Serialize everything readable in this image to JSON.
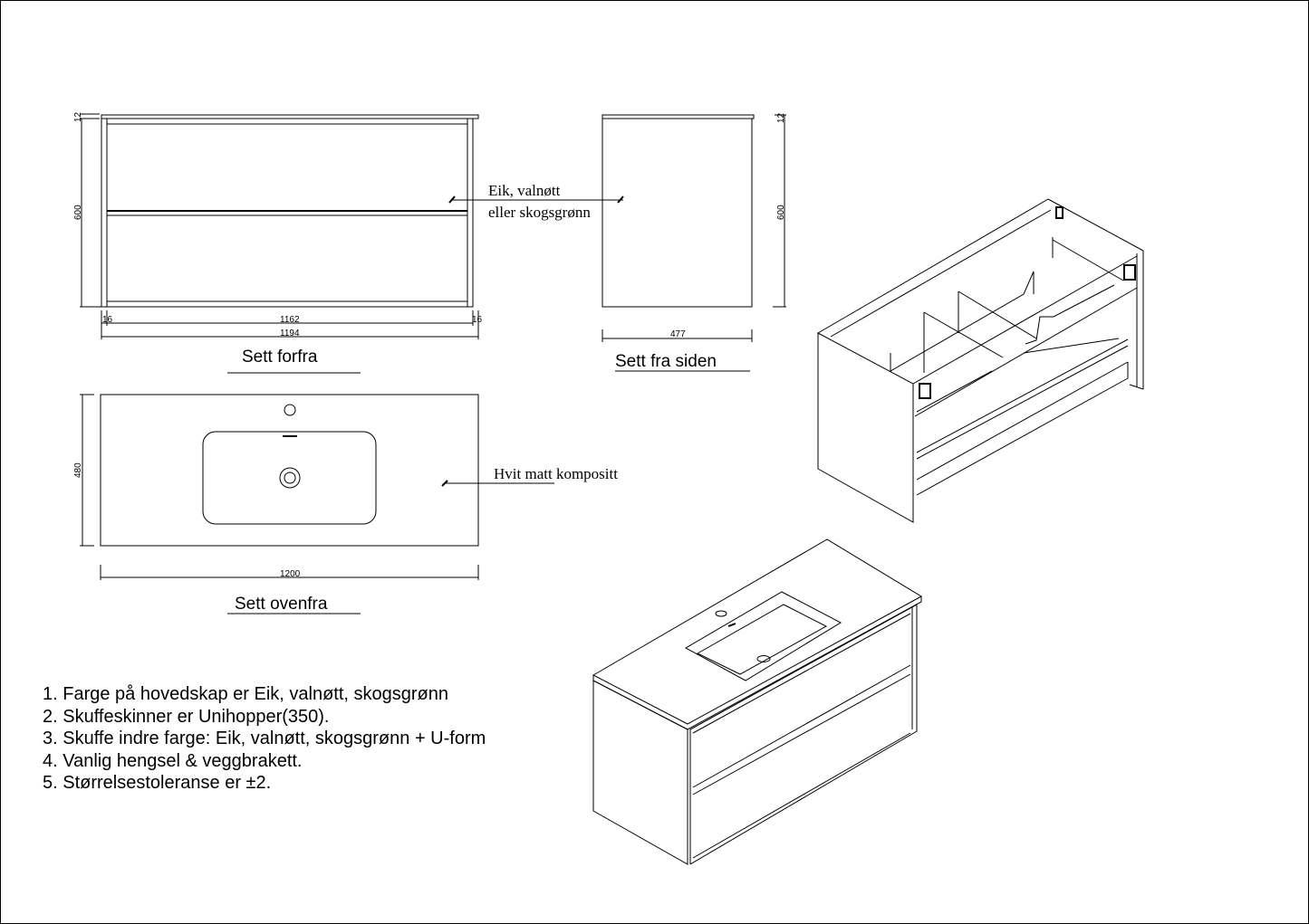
{
  "front_view": {
    "title": "Sett forfra",
    "dims": {
      "top": "12",
      "height": "600",
      "side_left": "16",
      "inner_width": "1162",
      "side_right": "16",
      "total_width": "1194"
    },
    "callout": [
      "Eik, valnøtt",
      "eller skogsgrønn"
    ]
  },
  "side_view": {
    "title": "Sett fra siden",
    "dims": {
      "top": "12",
      "height": "600",
      "depth": "477"
    }
  },
  "top_view": {
    "title": "Sett ovenfra",
    "dims": {
      "depth": "480",
      "width": "1200"
    },
    "callout": "Hvit matt kompositt"
  },
  "notes": [
    "1. Farge på hovedskap er Eik, valnøtt, skogsgrønn",
    "2. Skuffeskinner er Unihopper(350).",
    "3. Skuffe indre farge: Eik, valnøtt, skogsgrønn + U-form",
    "4. Vanlig hengsel & veggbrakett.",
    "5. Størrelsestoleranse er ±2."
  ]
}
